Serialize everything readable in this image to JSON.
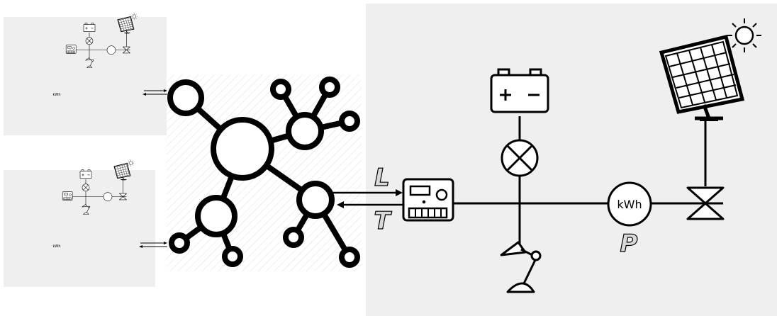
{
  "labels": {
    "arrow_out": "L",
    "arrow_in": "T",
    "meter_label": "P"
  },
  "meter": {
    "unit_text": "kWh",
    "small_unit_text": "kWh"
  },
  "battery": {
    "minus": "−",
    "plus": "+"
  },
  "colors": {
    "panel_bg": "#efefef",
    "stroke": "#000000",
    "label_fill": "#d9d9d9",
    "hatch": "#dddddd"
  },
  "icons": {
    "sun": "sun-icon",
    "solar_panel": "solar-panel-icon",
    "battery": "battery-icon",
    "lamp": "lamp-bulb-icon",
    "desk_lamp": "desk-lamp-icon",
    "meter": "kwh-meter-icon",
    "controller": "charge-controller-icon",
    "valve": "switch-valve-icon",
    "network": "network-hub-icon"
  }
}
